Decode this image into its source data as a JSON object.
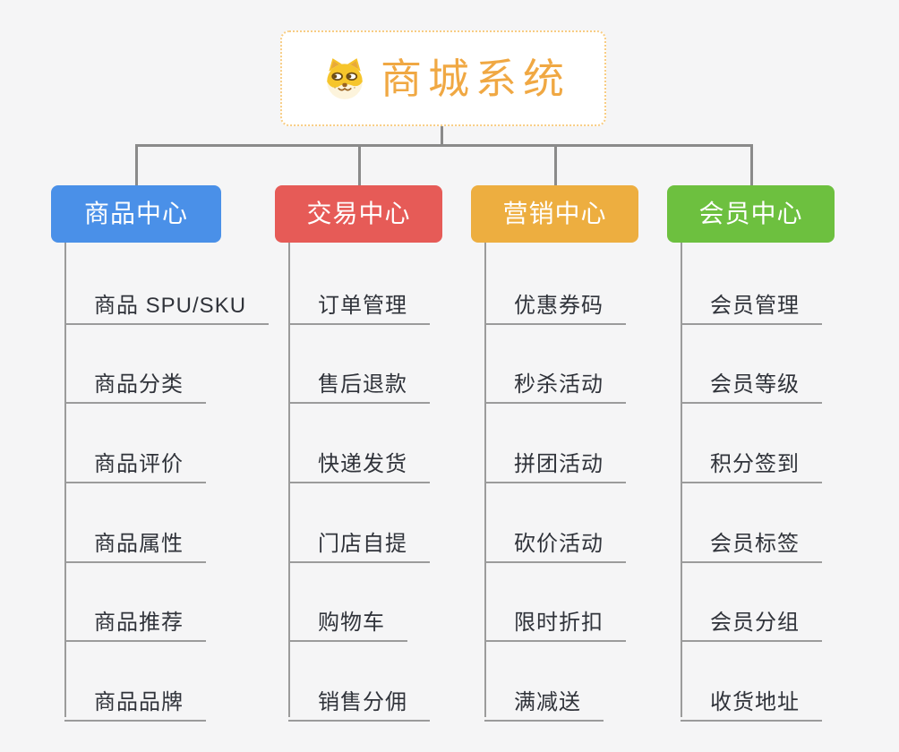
{
  "root": {
    "title": "商城系统",
    "icon": "dog-face-icon",
    "title_color": "#F0A843",
    "border_color": "#F8CD84",
    "background": "#FFFFFF"
  },
  "branches": [
    {
      "label": "商品中心",
      "color": "#4A90E8",
      "leaves": [
        "商品 SPU/SKU",
        "商品分类",
        "商品评价",
        "商品属性",
        "商品推荐",
        "商品品牌"
      ]
    },
    {
      "label": "交易中心",
      "color": "#E65B57",
      "leaves": [
        "订单管理",
        "售后退款",
        "快递发货",
        "门店自提",
        "购物车",
        "销售分佣"
      ]
    },
    {
      "label": "营销中心",
      "color": "#EDAE40",
      "leaves": [
        "优惠券码",
        "秒杀活动",
        "拼团活动",
        "砍价活动",
        "限时折扣",
        "满减送"
      ]
    },
    {
      "label": "会员中心",
      "color": "#6DC03F",
      "leaves": [
        "会员管理",
        "会员等级",
        "积分签到",
        "会员标签",
        "会员分组",
        "收货地址"
      ]
    }
  ],
  "colors": {
    "canvas_background": "#F5F5F6",
    "main_connector": "#8A8A8A",
    "leaf_connector": "#9B9B9B",
    "leaf_text": "#30333A",
    "header_text": "#FFFFFF"
  }
}
